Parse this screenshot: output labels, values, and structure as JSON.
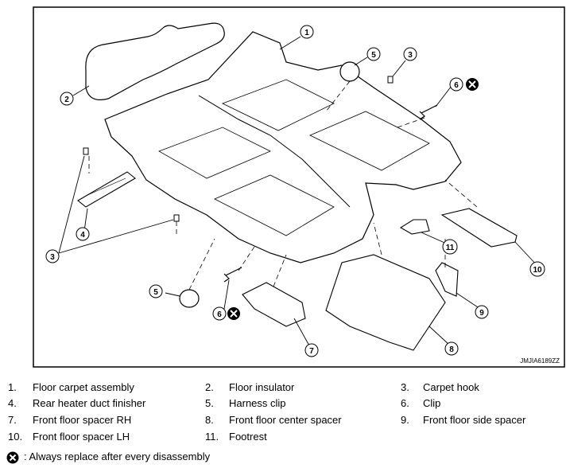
{
  "diagram": {
    "reference_code": "JMJIA6189ZZ",
    "callouts": [
      "1",
      "2",
      "3",
      "3",
      "4",
      "5",
      "5",
      "6",
      "6",
      "7",
      "8",
      "9",
      "10",
      "11"
    ]
  },
  "legend": {
    "items": [
      {
        "num": "1.",
        "text": "Floor carpet assembly"
      },
      {
        "num": "2.",
        "text": "Floor insulator"
      },
      {
        "num": "3.",
        "text": "Carpet hook"
      },
      {
        "num": "4.",
        "text": "Rear heater duct finisher"
      },
      {
        "num": "5.",
        "text": "Harness clip"
      },
      {
        "num": "6.",
        "text": "Clip"
      },
      {
        "num": "7.",
        "text": "Front floor spacer RH"
      },
      {
        "num": "8.",
        "text": "Front floor center spacer"
      },
      {
        "num": "9.",
        "text": "Front floor side spacer"
      },
      {
        "num": "10.",
        "text": "Front floor spacer LH"
      },
      {
        "num": "11.",
        "text": "Footrest"
      }
    ],
    "note": ": Always replace after every disassembly",
    "note_icon": "replace-x-icon"
  }
}
